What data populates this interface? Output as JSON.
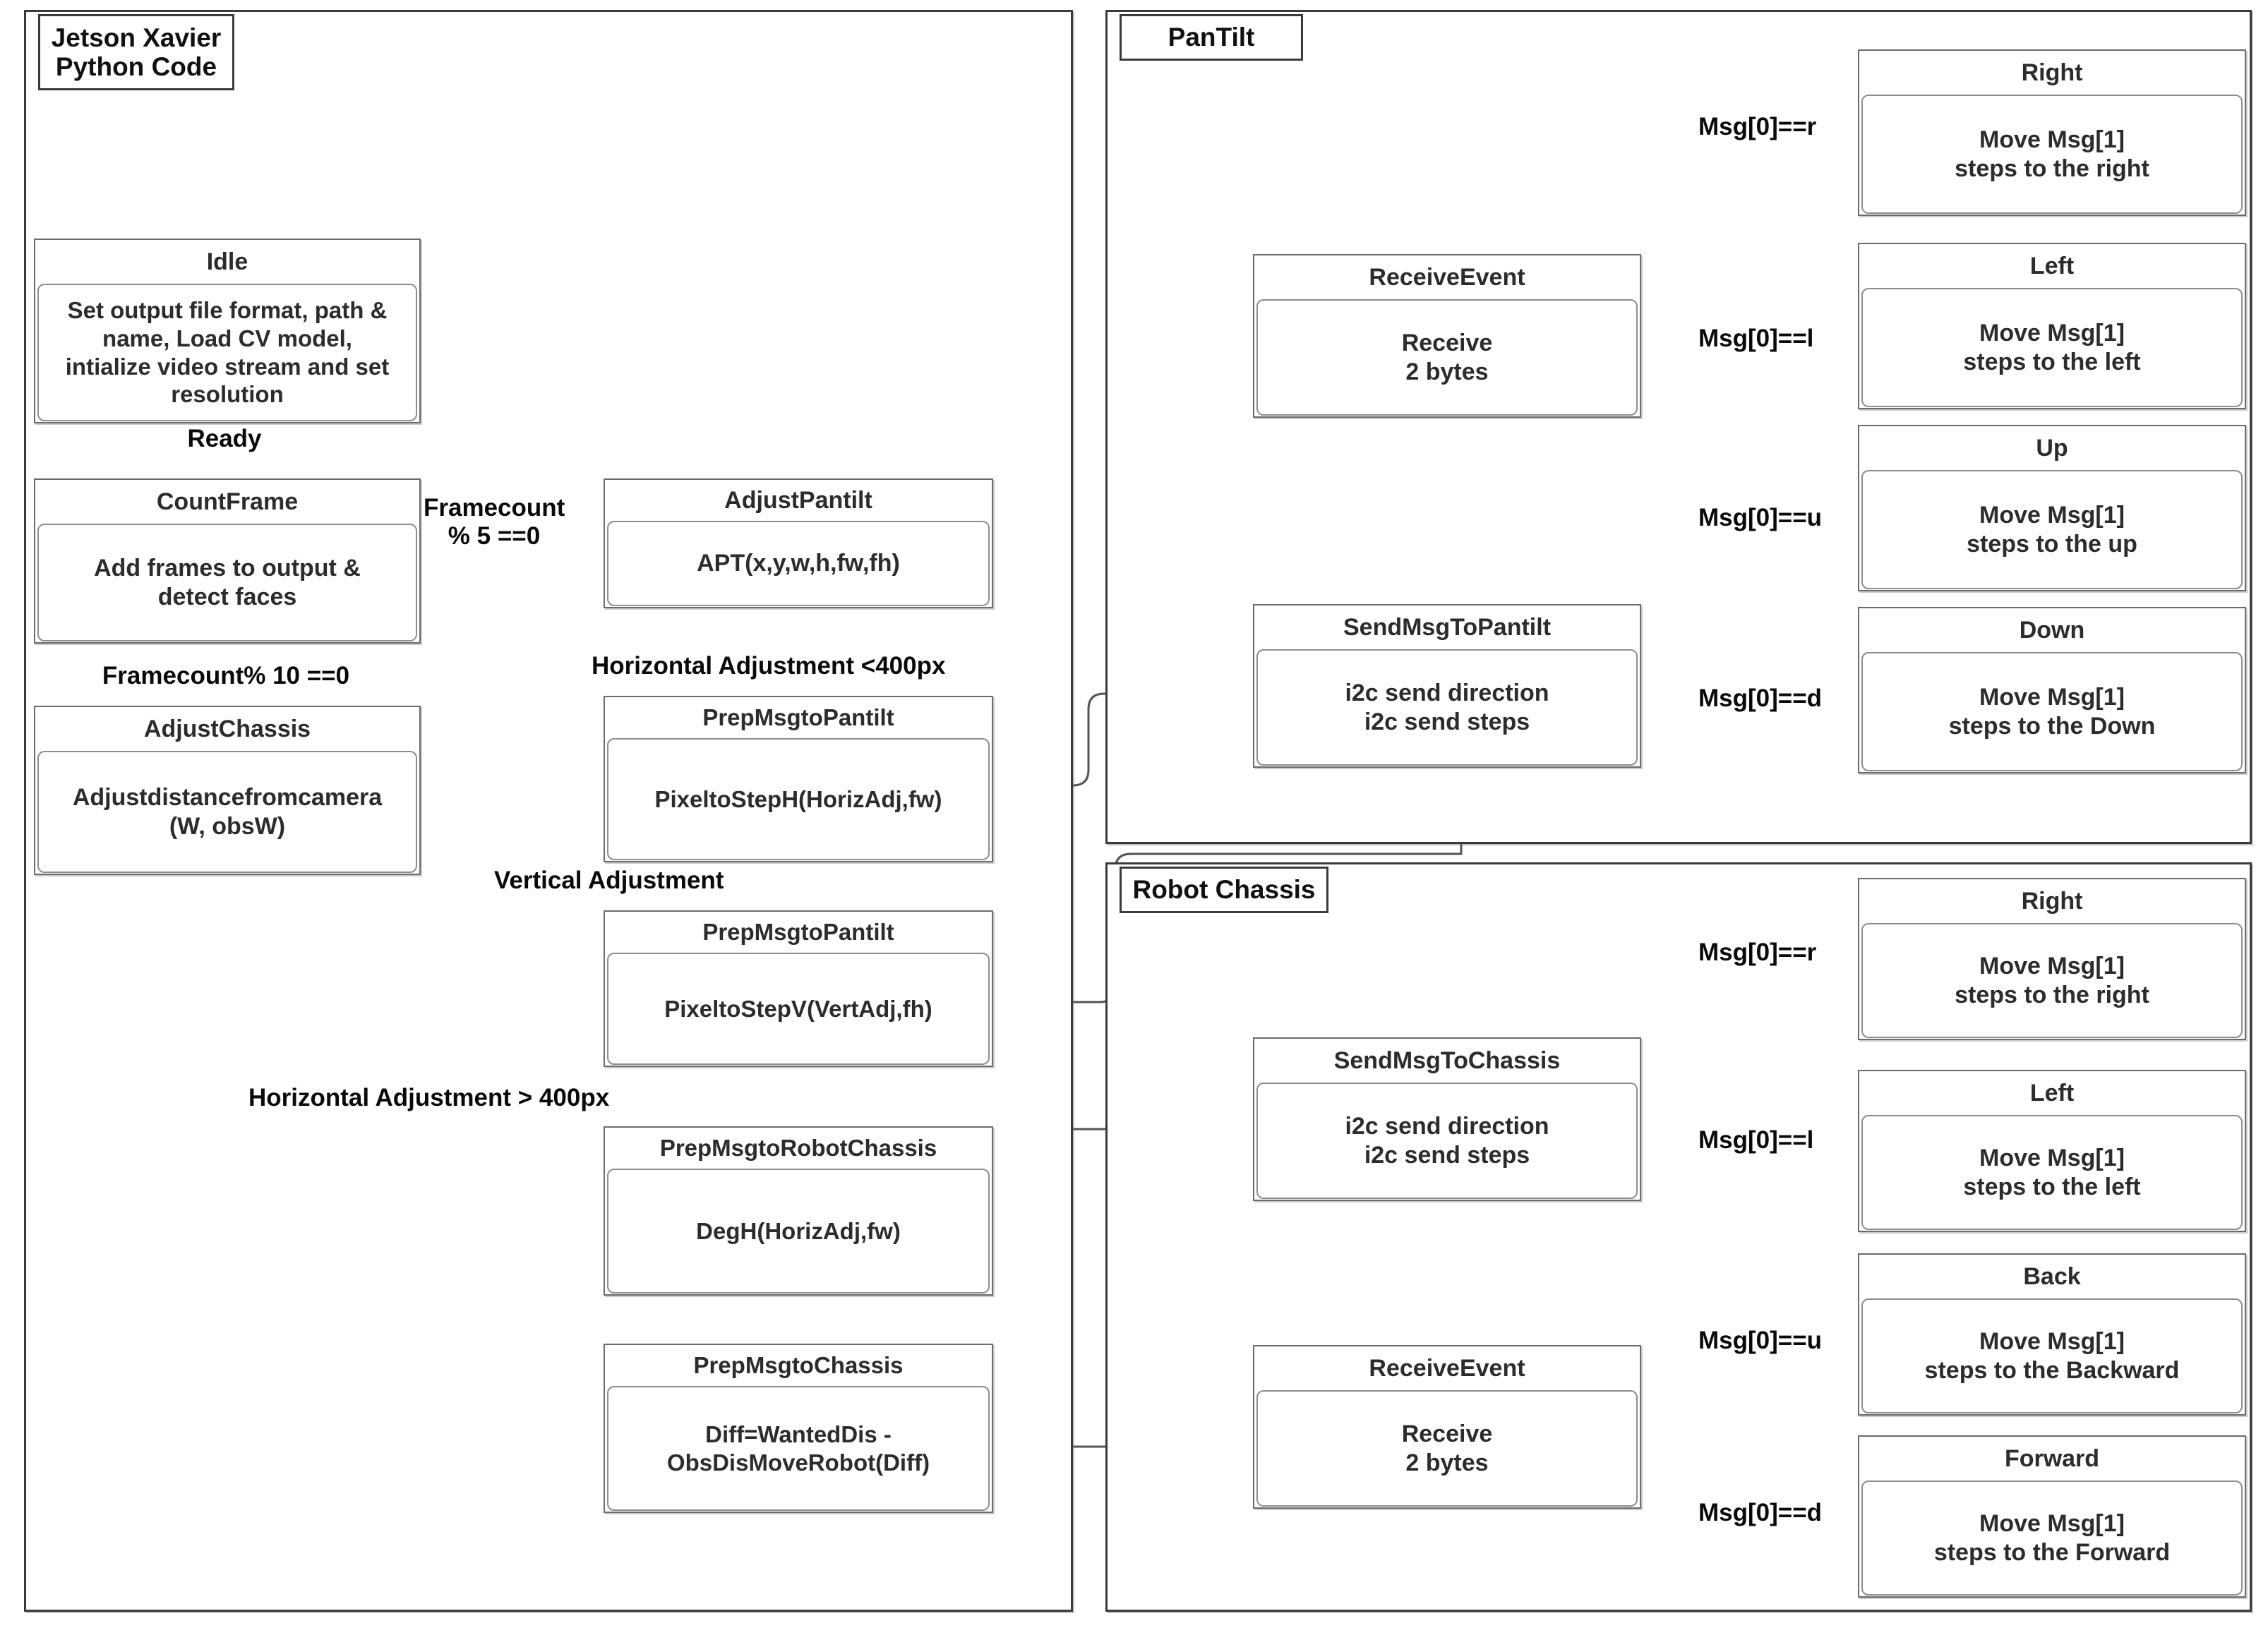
{
  "diagram": {
    "type": "uml-state-machine",
    "packages": [
      {
        "id": "jetson",
        "label": "Jetson Xavier\nPython Code"
      },
      {
        "id": "pantilt",
        "label": "PanTilt"
      },
      {
        "id": "chassis",
        "label": "Robot Chassis"
      }
    ],
    "states": {
      "idle": {
        "title": "Idle",
        "body": "Set output file format, path &\nname, Load CV model,\nintialize video stream and set\nresolution"
      },
      "countframe": {
        "title": "CountFrame",
        "body": "Add frames to output &\ndetect faces"
      },
      "adjustchassis": {
        "title": "AdjustChassis",
        "body": "Adjustdistancefromcamera\n(W, obsW)"
      },
      "adjustpantilt": {
        "title": "AdjustPantilt",
        "body": "APT(x,y,w,h,fw,fh)"
      },
      "prepmsgpt_h": {
        "title": "PrepMsgtoPantilt",
        "body": "PixeltoStepH(HorizAdj,fw)"
      },
      "prepmsgpt_v": {
        "title": "PrepMsgtoPantilt",
        "body": "PixeltoStepV(VertAdj,fh)"
      },
      "prepmsgrc": {
        "title": "PrepMsgtoRobotChassis",
        "body": "DegH(HorizAdj,fw)"
      },
      "prepmsgch": {
        "title": "PrepMsgtoChassis",
        "body": "Diff=WantedDis -\nObsDisMoveRobot(Diff)"
      },
      "pt_receive": {
        "title": "ReceiveEvent",
        "body": "Receive\n2 bytes"
      },
      "pt_send": {
        "title": "SendMsgToPantilt",
        "body": "i2c send direction\ni2c send steps"
      },
      "pt_right": {
        "title": "Right",
        "body": "Move Msg[1]\nsteps to the right"
      },
      "pt_left": {
        "title": "Left",
        "body": "Move Msg[1]\nsteps to the left"
      },
      "pt_up": {
        "title": "Up",
        "body": "Move Msg[1]\nsteps to the up"
      },
      "pt_down": {
        "title": "Down",
        "body": "Move Msg[1]\nsteps to the Down"
      },
      "rc_send": {
        "title": "SendMsgToChassis",
        "body": "i2c send direction\ni2c send steps"
      },
      "rc_receive": {
        "title": "ReceiveEvent",
        "body": "Receive\n2 bytes"
      },
      "rc_right": {
        "title": "Right",
        "body": "Move Msg[1]\nsteps to the right"
      },
      "rc_left": {
        "title": "Left",
        "body": "Move Msg[1]\nsteps to the left"
      },
      "rc_back": {
        "title": "Back",
        "body": "Move Msg[1]\nsteps to the Backward"
      },
      "rc_forward": {
        "title": "Forward",
        "body": "Move Msg[1]\nsteps to the Forward"
      }
    },
    "transitions": {
      "ready": "Ready",
      "fc5": "Framecount\n% 5 ==0",
      "fc10": "Framecount% 10 ==0",
      "horiz_lt": "Horizontal Adjustment <400px",
      "vert": "Vertical Adjustment",
      "horiz_gt": "Horizontal Adjustment > 400px",
      "pt_msg_r": "Msg[0]==r",
      "pt_msg_l": "Msg[0]==l",
      "pt_msg_u": "Msg[0]==u",
      "pt_msg_d": "Msg[0]==d",
      "rc_msg_r": "Msg[0]==r",
      "rc_msg_l": "Msg[0]==l",
      "rc_msg_u": "Msg[0]==u",
      "rc_msg_d": "Msg[0]==d"
    },
    "colors": {
      "package_border": "#3a3a3a",
      "state_border": "#6b6b6b",
      "inner_border": "#8d8d8d",
      "wire": "#545454",
      "text": "#2c2c2c",
      "label_text": "#0a0a0a",
      "background": "#ffffff"
    }
  }
}
